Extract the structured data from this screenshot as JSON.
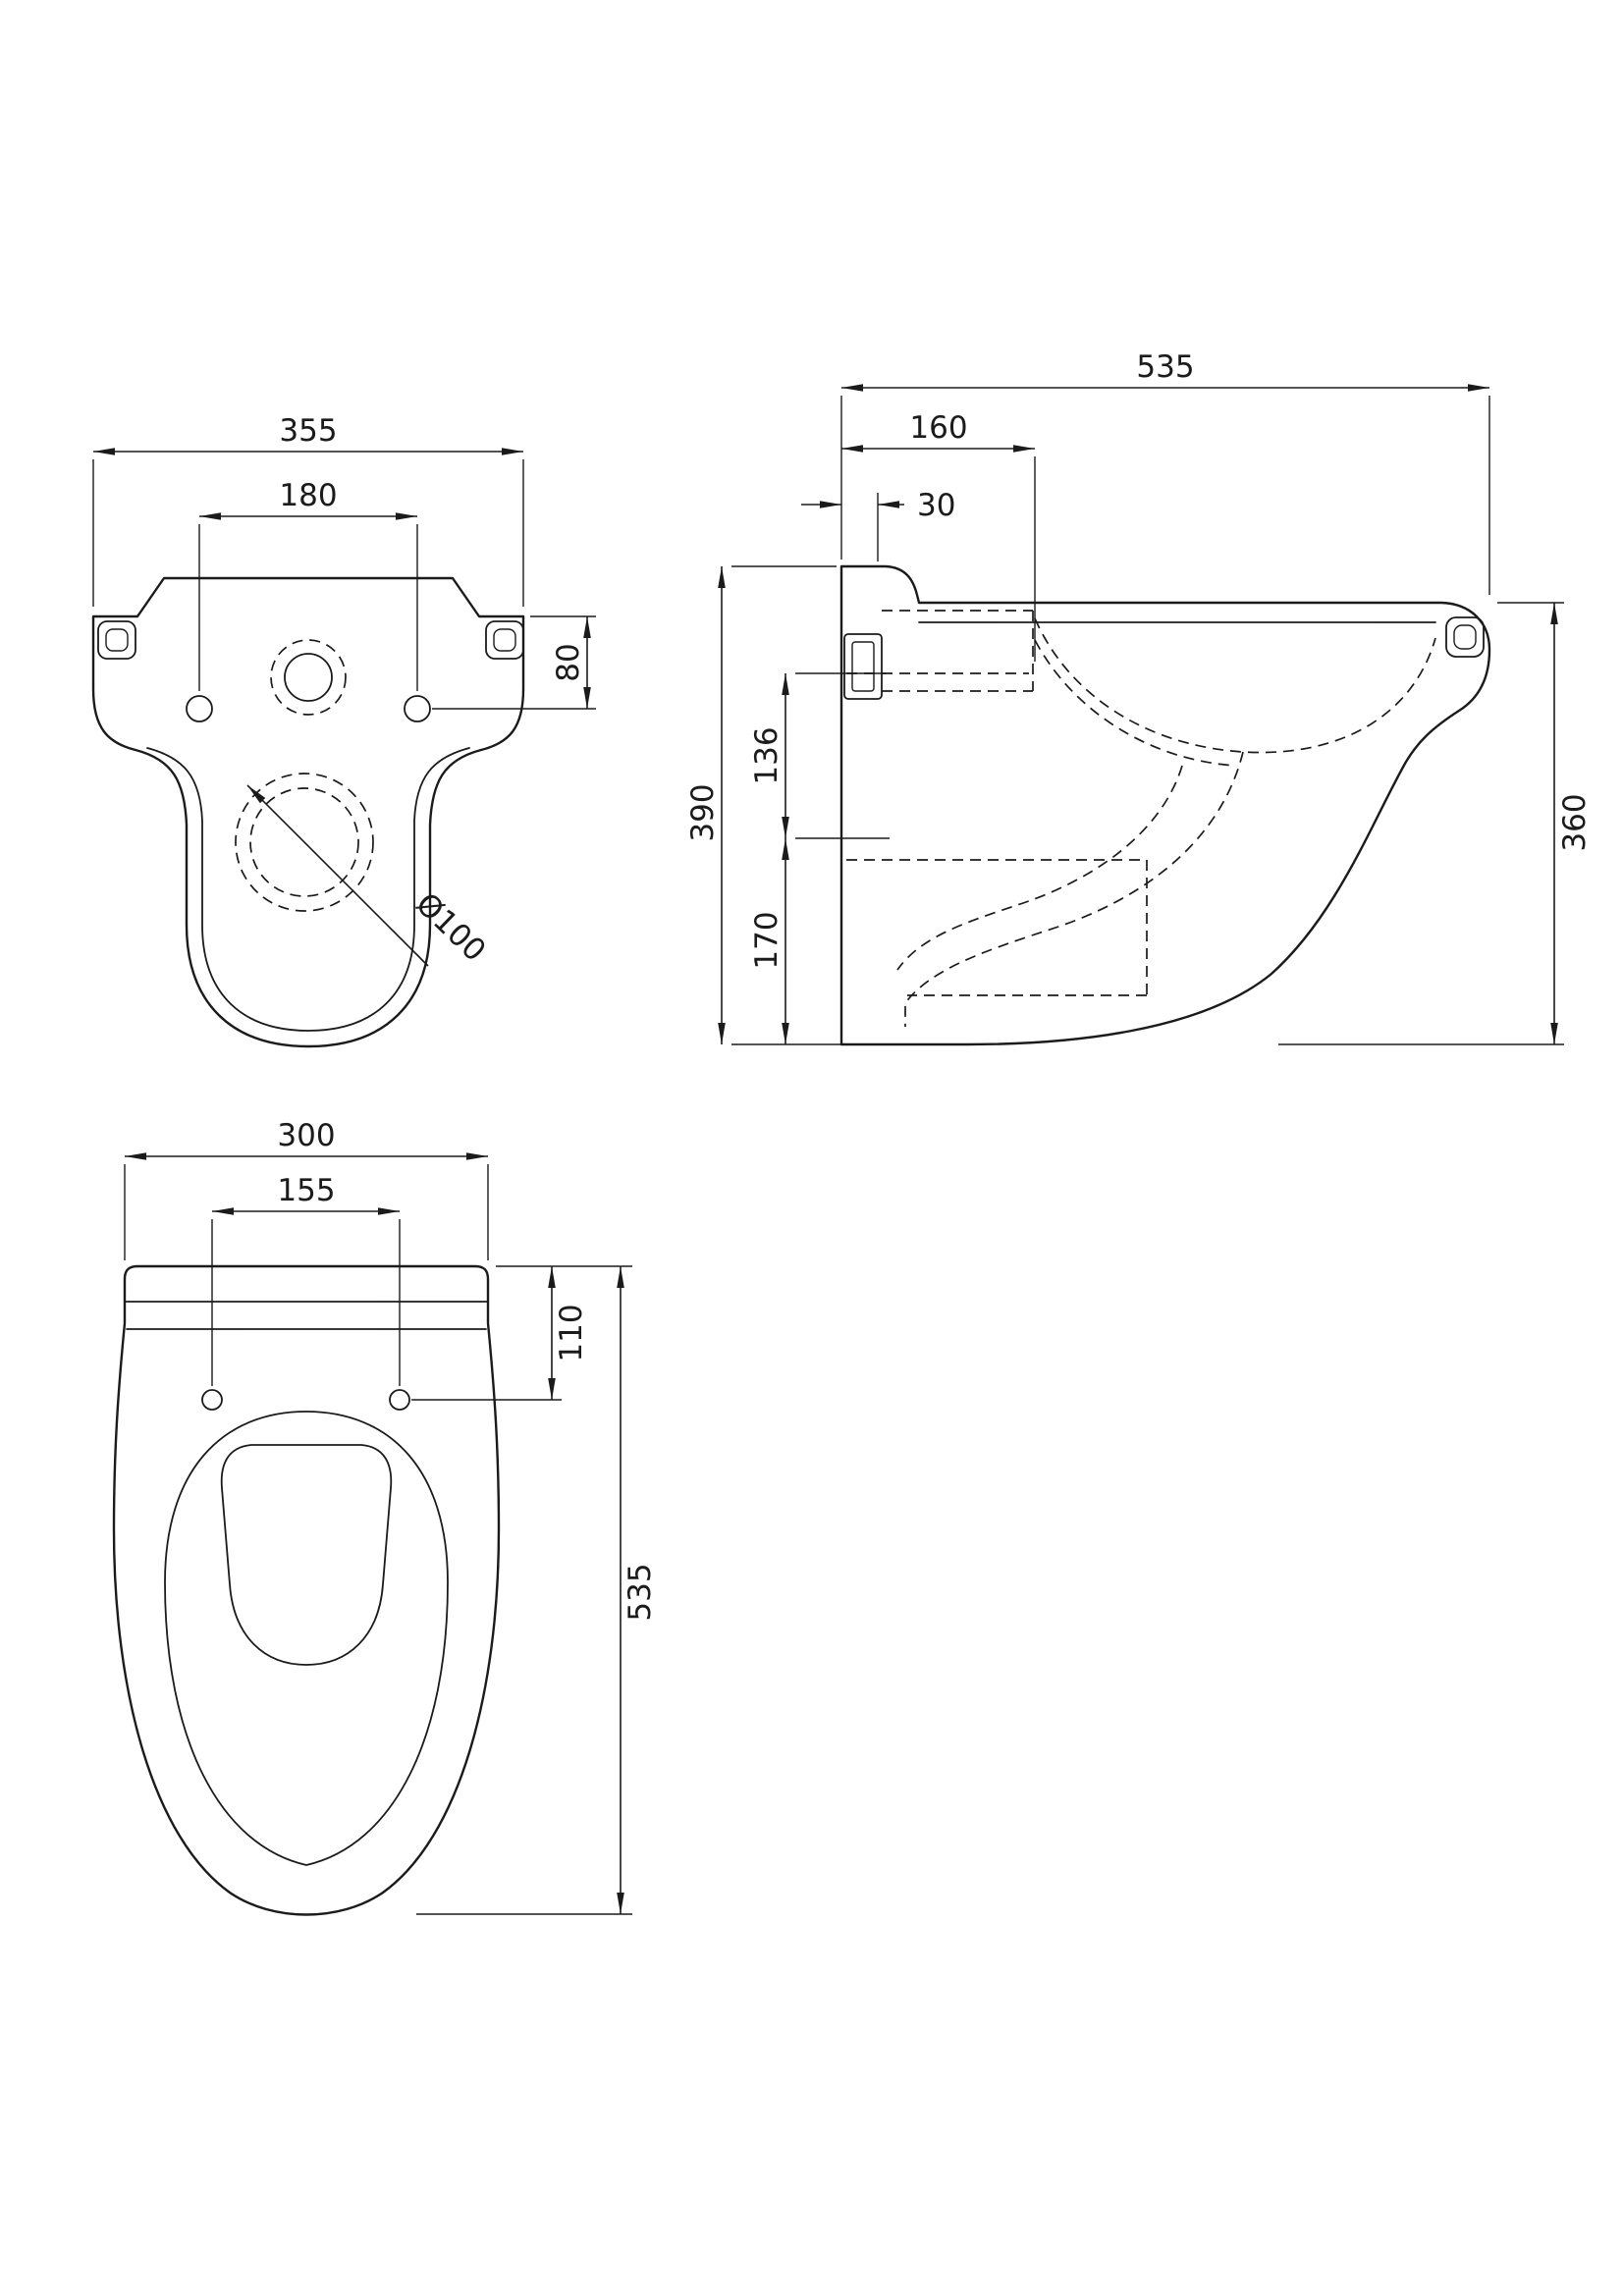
{
  "colors": {
    "background": "#ffffff",
    "line": "#1b1b1b"
  },
  "views": {
    "rear": {
      "dims": {
        "overall_width": "355",
        "hole_spacing": "180",
        "hole_drop": "80",
        "outlet_diameter": "Ø100"
      }
    },
    "side": {
      "dims": {
        "overall_depth": "535",
        "inlet_depth": "160",
        "rim_offset": "30",
        "overall_height": "390",
        "inlet_height": "136",
        "lower_height": "170",
        "front_height": "360"
      }
    },
    "plan": {
      "dims": {
        "seat_width": "300",
        "hinge_spacing": "155",
        "hinge_setback": "110",
        "overall_length": "535"
      }
    }
  }
}
